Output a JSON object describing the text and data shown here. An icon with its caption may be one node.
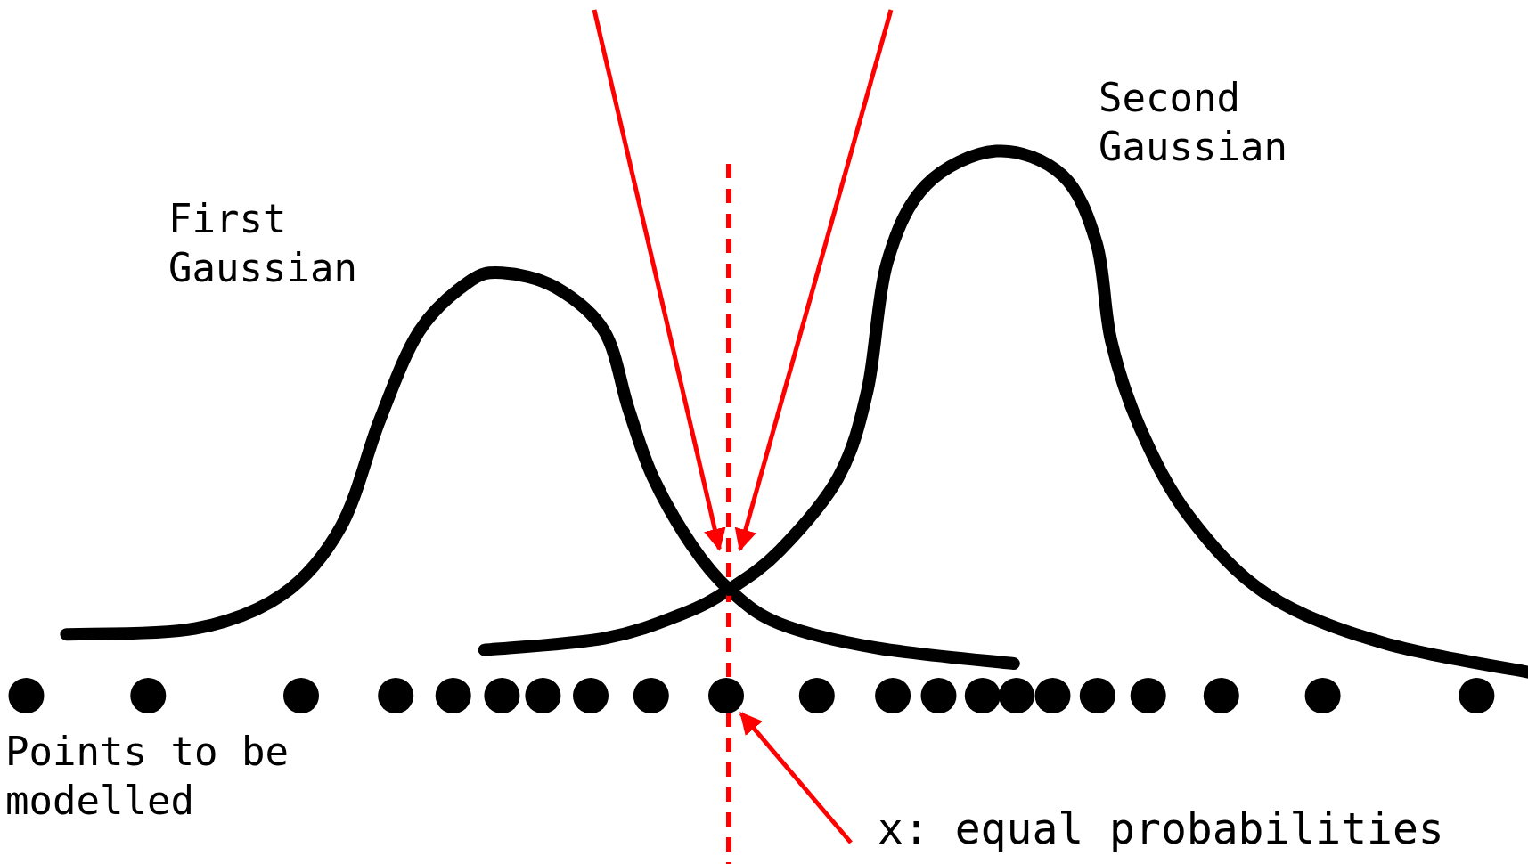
{
  "diagram": {
    "nodes": [
      {
        "text": [
          "x: equal probabilities"
        ]
      },
      {
        "text": [],
        "shape": "circle"
      },
      {
        "text": [],
        "shape": "circle"
      },
      {
        "text": [],
        "shape": "circle"
      },
      {
        "text": [],
        "shape": "circle"
      },
      {
        "text": [],
        "shape": "circle"
      },
      {
        "text": [],
        "shape": "circle"
      },
      {
        "text": [],
        "shape": "circle"
      },
      {
        "text": [],
        "shape": "circle"
      },
      {
        "text": [],
        "shape": "circle"
      },
      {
        "text": [],
        "shape": "circle"
      },
      {
        "text": [],
        "shape": "circle"
      },
      {
        "text": [],
        "shape": "circle"
      },
      {
        "text": [],
        "shape": "circle"
      },
      {
        "text": [],
        "shape": "circle"
      },
      {
        "text": [],
        "shape": "circle"
      },
      {
        "text": [],
        "shape": "circle"
      },
      {
        "text": [],
        "shape": "circle"
      },
      {
        "text": [],
        "shape": "circle"
      },
      {
        "text": [],
        "shape": "circle"
      },
      {
        "text": [],
        "shape": "circle"
      },
      {
        "text": [],
        "shape": "circle"
      },
      {
        "text": [],
        "shape": "point"
      }
    ],
    "edges": [
      {
        "from": 0,
        "to": 10,
        "arrow": "to"
      },
      {
        "from": null,
        "to": 22,
        "arrow": "to"
      },
      {
        "from": null,
        "to": 22,
        "arrow": "to"
      }
    ],
    "labels": [
      "Second Gaussian",
      "First Gaussian",
      "Points to be modelled"
    ]
  }
}
